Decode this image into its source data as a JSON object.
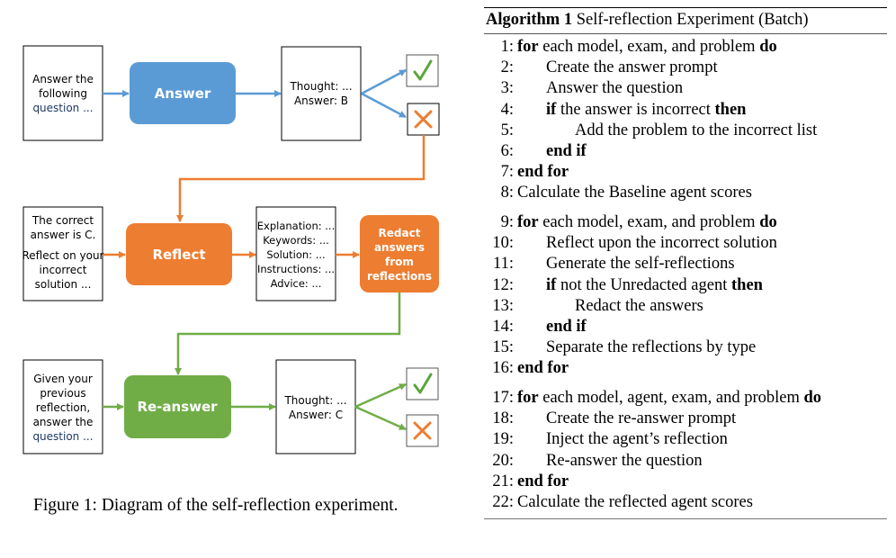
{
  "figure": {
    "caption": "Figure 1: Diagram of the self-reflection experiment.",
    "colors": {
      "answer_blue": "#5b9bd5",
      "reflect_orange": "#ed7d31",
      "reanswer_green": "#70ad47",
      "check_green": "#5ba53a",
      "cross_orange": "#ed7d31",
      "question_text_blue": "#1f3864"
    },
    "row1": {
      "input_lines": [
        "Answer the",
        "following",
        "question ..."
      ],
      "process_label": "Answer",
      "output_lines": [
        "Thought: ...",
        "Answer: B"
      ],
      "correct_icon": "check-icon",
      "incorrect_icon": "cross-icon"
    },
    "row2": {
      "input_lines": [
        "The correct",
        "answer is C.",
        "Reflect on your",
        "incorrect",
        "solution ..."
      ],
      "process_label": "Reflect",
      "output_lines": [
        "Explanation: ...",
        "Keywords: ...",
        "Solution: ...",
        "Instructions: ...",
        "Advice: ..."
      ],
      "redact_lines": [
        "Redact",
        "answers",
        "from",
        "reflections"
      ]
    },
    "row3": {
      "input_lines": [
        "Given your",
        "previous",
        "reflection,",
        "answer the",
        "question ..."
      ],
      "process_label": "Re-answer",
      "output_lines": [
        "Thought: ...",
        "Answer: C"
      ],
      "correct_icon": "check-icon",
      "incorrect_icon": "cross-icon"
    }
  },
  "algorithm": {
    "label": "Algorithm 1",
    "title": "Self-reflection Experiment (Batch)",
    "blocks": [
      [
        {
          "n": "1:",
          "indent": 0,
          "parts": [
            {
              "t": "for",
              "b": true
            },
            {
              "t": " each model, exam, and problem "
            },
            {
              "t": "do",
              "b": true
            }
          ]
        },
        {
          "n": "2:",
          "indent": 1,
          "parts": [
            {
              "t": "Create the answer prompt"
            }
          ]
        },
        {
          "n": "3:",
          "indent": 1,
          "parts": [
            {
              "t": "Answer the question"
            }
          ]
        },
        {
          "n": "4:",
          "indent": 1,
          "parts": [
            {
              "t": "if",
              "b": true
            },
            {
              "t": " the answer is incorrect "
            },
            {
              "t": "then",
              "b": true
            }
          ]
        },
        {
          "n": "5:",
          "indent": 2,
          "parts": [
            {
              "t": "Add the problem to the incorrect list"
            }
          ]
        },
        {
          "n": "6:",
          "indent": 1,
          "parts": [
            {
              "t": "end if",
              "b": true
            }
          ]
        },
        {
          "n": "7:",
          "indent": 0,
          "parts": [
            {
              "t": "end for",
              "b": true
            }
          ]
        },
        {
          "n": "8:",
          "indent": 0,
          "parts": [
            {
              "t": "Calculate the Baseline agent scores"
            }
          ]
        }
      ],
      [
        {
          "n": "9:",
          "indent": 0,
          "parts": [
            {
              "t": "for",
              "b": true
            },
            {
              "t": " each model, exam, and problem "
            },
            {
              "t": "do",
              "b": true
            }
          ]
        },
        {
          "n": "10:",
          "indent": 1,
          "parts": [
            {
              "t": "Reflect upon the incorrect solution"
            }
          ]
        },
        {
          "n": "11:",
          "indent": 1,
          "parts": [
            {
              "t": "Generate the self-reflections"
            }
          ]
        },
        {
          "n": "12:",
          "indent": 1,
          "parts": [
            {
              "t": "if",
              "b": true
            },
            {
              "t": " not the Unredacted agent "
            },
            {
              "t": "then",
              "b": true
            }
          ]
        },
        {
          "n": "13:",
          "indent": 2,
          "parts": [
            {
              "t": "Redact the answers"
            }
          ]
        },
        {
          "n": "14:",
          "indent": 1,
          "parts": [
            {
              "t": "end if",
              "b": true
            }
          ]
        },
        {
          "n": "15:",
          "indent": 1,
          "parts": [
            {
              "t": "Separate the reflections by type"
            }
          ]
        },
        {
          "n": "16:",
          "indent": 0,
          "parts": [
            {
              "t": "end for",
              "b": true
            }
          ]
        }
      ],
      [
        {
          "n": "17:",
          "indent": 0,
          "parts": [
            {
              "t": "for",
              "b": true
            },
            {
              "t": " each model, agent, exam, and problem "
            },
            {
              "t": "do",
              "b": true
            }
          ]
        },
        {
          "n": "18:",
          "indent": 1,
          "parts": [
            {
              "t": "Create the re-answer prompt"
            }
          ]
        },
        {
          "n": "19:",
          "indent": 1,
          "parts": [
            {
              "t": "Inject the agent’s reflection"
            }
          ]
        },
        {
          "n": "20:",
          "indent": 1,
          "parts": [
            {
              "t": "Re-answer the question"
            }
          ]
        },
        {
          "n": "21:",
          "indent": 0,
          "parts": [
            {
              "t": "end for",
              "b": true
            }
          ]
        },
        {
          "n": "22:",
          "indent": 0,
          "parts": [
            {
              "t": "Calculate the reflected agent scores"
            }
          ]
        }
      ]
    ]
  }
}
